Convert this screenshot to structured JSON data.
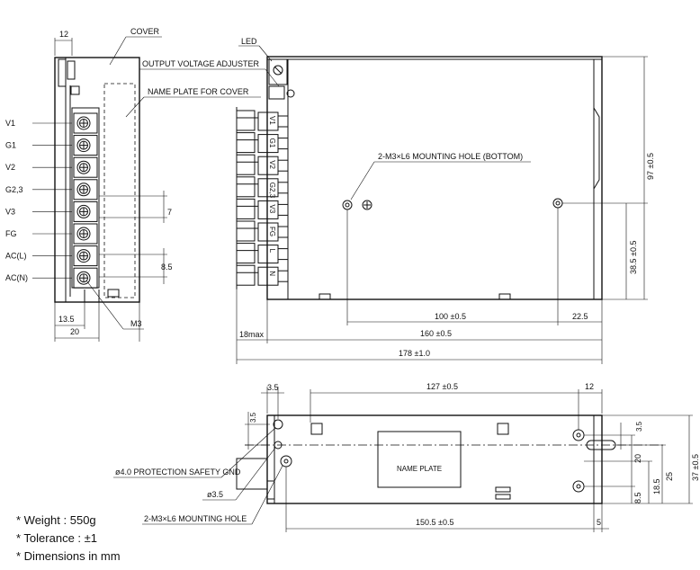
{
  "labels": {
    "cover": "COVER",
    "led": "LED",
    "ova": "OUTPUT VOLTAGE ADJUSTER",
    "nameplate_cover": "NAME PLATE FOR COVER",
    "mount_bottom": "2-M3×L6 MOUNTING HOLE (BOTTOM)",
    "m3": "M3",
    "protection": "ø4.0 PROTECTION SAFETY GND",
    "d35": "ø3.5",
    "mount": "2-M3×L6 MOUNTING HOLE",
    "name_plate": "NAME PLATE"
  },
  "side_terminals": [
    "V1",
    "G1",
    "V2",
    "G2,3",
    "V3",
    "FG",
    "AC(L)",
    "AC(N)"
  ],
  "front_terminals": [
    "V1",
    "G1",
    "V2",
    "G2,3",
    "V3",
    "FG",
    "L",
    "N"
  ],
  "dims": {
    "side_top": "12",
    "side_pitch1": "7",
    "side_pitch2": "8.5",
    "side_13_5": "13.5",
    "side_20": "20",
    "h97": "97 ±0.5",
    "h38": "38.5 ±0.5",
    "w100": "100 ±0.5",
    "w22": "22.5",
    "w160": "160 ±0.5",
    "w18": "18max",
    "w178": "178 ±1.0",
    "b3_5": "3.5",
    "b127": "127 ±0.5",
    "b12": "12",
    "b150": "150.5 ±0.5",
    "b5": "5",
    "r3_5": "3.5",
    "r20": "20",
    "r18_5": "18.5",
    "r25": "25",
    "r37": "37 ±0.5",
    "r8_5": "8.5",
    "l3_5": "3.5"
  },
  "notes": [
    "* Weight : 550g",
    "* Tolerance : ±1",
    "* Dimensions in mm"
  ]
}
